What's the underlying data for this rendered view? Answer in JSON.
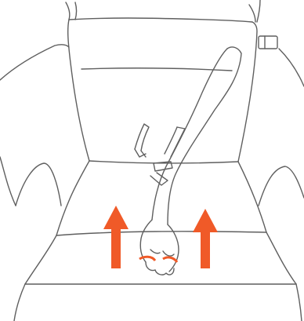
{
  "figure": {
    "background": "#ffffff",
    "line_color": "#5f5f5f",
    "accent_color": "#f05a28",
    "subjects": [
      "vehicle-seat",
      "seat-headrest",
      "seatbelt-buckles",
      "hand-lifting-cushion"
    ],
    "arrows": [
      {
        "name": "lift-arrow-left",
        "direction": "up"
      },
      {
        "name": "lift-arrow-right",
        "direction": "up"
      }
    ]
  }
}
